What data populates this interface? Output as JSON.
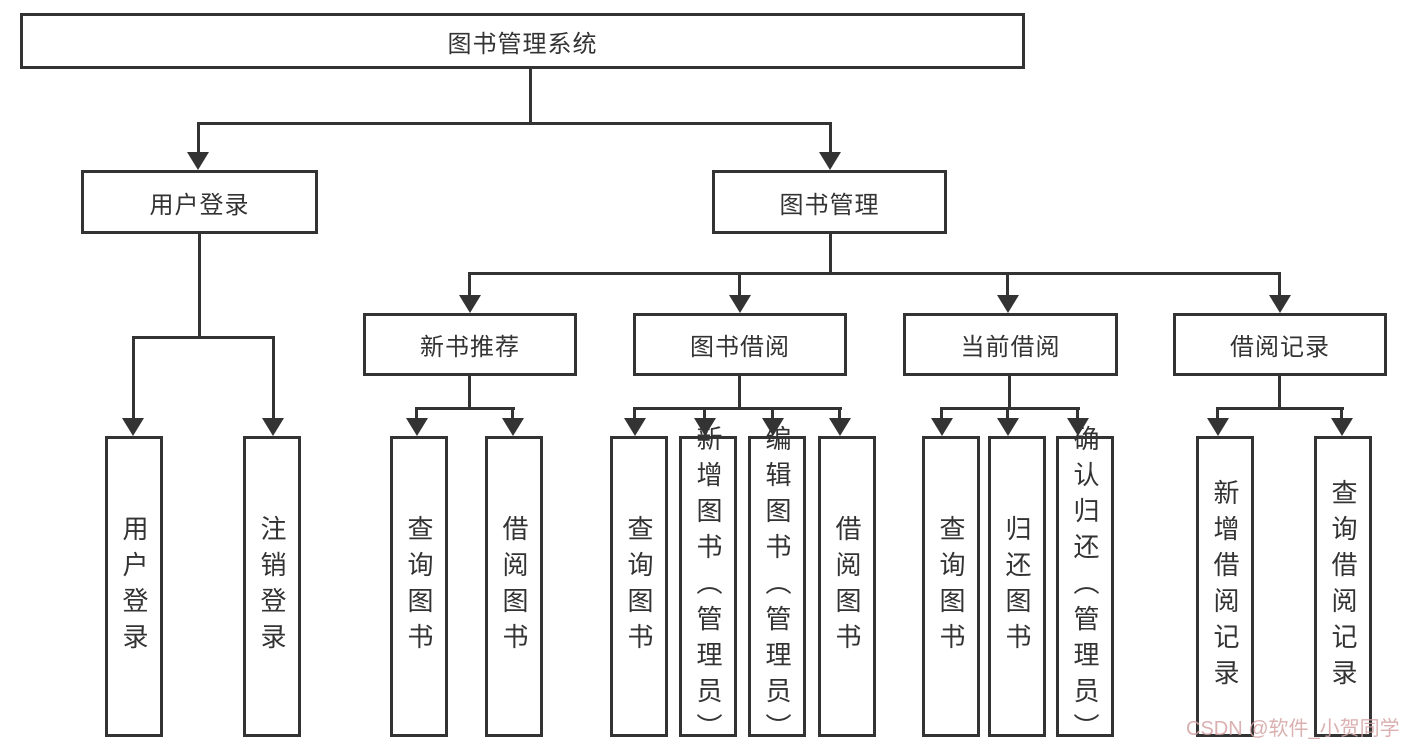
{
  "diagram_type": "hierarchy-tree",
  "colors": {
    "line": "#333333",
    "text": "#333333",
    "background": "#ffffff",
    "watermark": "#d4a3a3"
  },
  "tree": {
    "label": "图书管理系统",
    "children": [
      {
        "label": "用户登录",
        "children": [
          {
            "label": "用户登录"
          },
          {
            "label": "注销登录"
          }
        ]
      },
      {
        "label": "图书管理",
        "children": [
          {
            "label": "新书推荐",
            "children": [
              {
                "label": "查询图书"
              },
              {
                "label": "借阅图书"
              }
            ]
          },
          {
            "label": "图书借阅",
            "children": [
              {
                "label": "查询图书"
              },
              {
                "label": "新增图书（管理员）"
              },
              {
                "label": "编辑图书（管理员）"
              },
              {
                "label": "借阅图书"
              }
            ]
          },
          {
            "label": "当前借阅",
            "children": [
              {
                "label": "查询图书"
              },
              {
                "label": "归还图书"
              },
              {
                "label": "确认归还（管理员）"
              }
            ]
          },
          {
            "label": "借阅记录",
            "children": [
              {
                "label": "新增借阅记录"
              },
              {
                "label": "查询借阅记录"
              }
            ]
          }
        ]
      }
    ]
  },
  "watermark": {
    "text": "CSDN @软件_小贺同学"
  }
}
